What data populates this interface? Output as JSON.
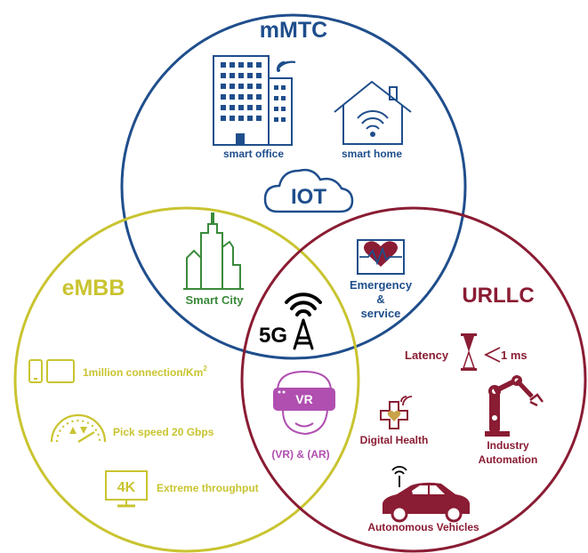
{
  "colors": {
    "mmtc": "#1f4e8c",
    "embb": "#c9c430",
    "urllc": "#8a1c33",
    "city": "#3a8a3a",
    "vr": "#b04fb0",
    "center": "#000000"
  },
  "mmtc": {
    "title": "mMTC",
    "smart_office": "smart office",
    "smart_home": "smart home",
    "iot": "IOT"
  },
  "embb": {
    "title": "eMBB",
    "connections_prefix": "1million connection/Km",
    "connections_sup": "2",
    "speed": "Pick speed 20 Gbps",
    "res_badge": "4K",
    "throughput": "Extreme throughput"
  },
  "urllc": {
    "title": "URLLC",
    "latency_label": "Latency",
    "latency_value": "1 ms",
    "digital_health": "Digital Health",
    "industry_line1": "Industry",
    "industry_line2": "Automation",
    "vehicles": "Autonomous Vehicles"
  },
  "overlaps": {
    "smart_city": "Smart City",
    "emergency_line1": "Emergency",
    "emergency_line2": "&",
    "emergency_line3": "service",
    "vr_badge": "VR",
    "vr_ar": "(VR) & (AR)",
    "center": "5G"
  },
  "icons": [
    "building-icon",
    "wifi-icon",
    "house-icon",
    "cloud-icon",
    "city-icon",
    "heart-monitor-icon",
    "antenna-icon",
    "phone-icon",
    "tablet-icon",
    "speedometer-icon",
    "monitor-icon",
    "hourglass-icon",
    "medical-cross-icon",
    "robot-arm-icon",
    "car-icon",
    "vr-headset-icon"
  ]
}
